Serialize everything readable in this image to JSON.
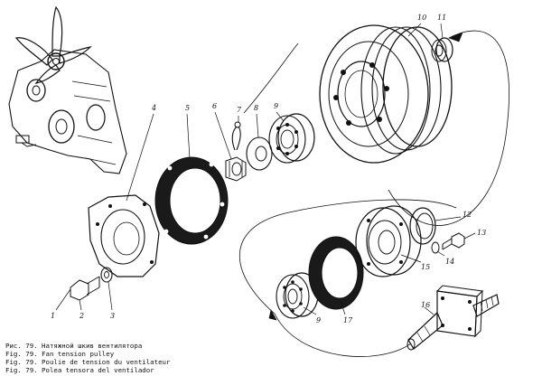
{
  "callouts": [
    {
      "id": "1",
      "label": "1"
    },
    {
      "id": "2",
      "label": "2"
    },
    {
      "id": "3",
      "label": "3"
    },
    {
      "id": "4",
      "label": "4"
    },
    {
      "id": "5",
      "label": "5"
    },
    {
      "id": "6",
      "label": "6"
    },
    {
      "id": "7",
      "label": "7"
    },
    {
      "id": "8",
      "label": "8"
    },
    {
      "id": "9a",
      "label": "9"
    },
    {
      "id": "9b",
      "label": "9"
    },
    {
      "id": "10",
      "label": "10"
    },
    {
      "id": "11",
      "label": "11"
    },
    {
      "id": "12",
      "label": "12"
    },
    {
      "id": "13",
      "label": "13"
    },
    {
      "id": "14",
      "label": "14"
    },
    {
      "id": "15",
      "label": "15"
    },
    {
      "id": "16",
      "label": "16"
    },
    {
      "id": "17",
      "label": "17"
    }
  ],
  "caption": {
    "ru": "Рис. 79. Натяжной шкив вентилятора",
    "en": "Fig. 79. Fan tension pulley",
    "fr": "Fig. 79. Poulie de tension du ventilateur",
    "es": "Fig. 79. Polea tensora del ventilador"
  }
}
